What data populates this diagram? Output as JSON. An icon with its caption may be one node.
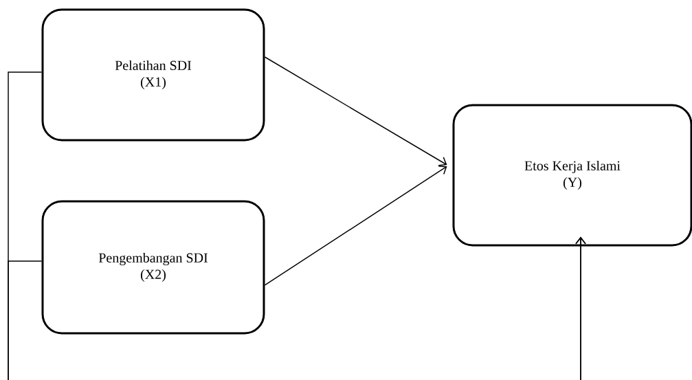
{
  "diagram": {
    "nodes": [
      {
        "text": [
          "Pelatihan SDI",
          "(X1)"
        ]
      },
      {
        "text": [
          "Pengembangan SDI",
          "(X2)"
        ]
      },
      {
        "text": [
          "Etos Kerja Islami",
          "(Y)"
        ]
      }
    ],
    "edges": [
      {
        "from": 0,
        "to": 2,
        "arrow": "to"
      },
      {
        "from": 1,
        "to": 2,
        "arrow": "to"
      },
      {
        "from": 0,
        "to": 2,
        "arrow": "to"
      },
      {
        "from": 1,
        "to": 2,
        "arrow": "to"
      }
    ]
  }
}
